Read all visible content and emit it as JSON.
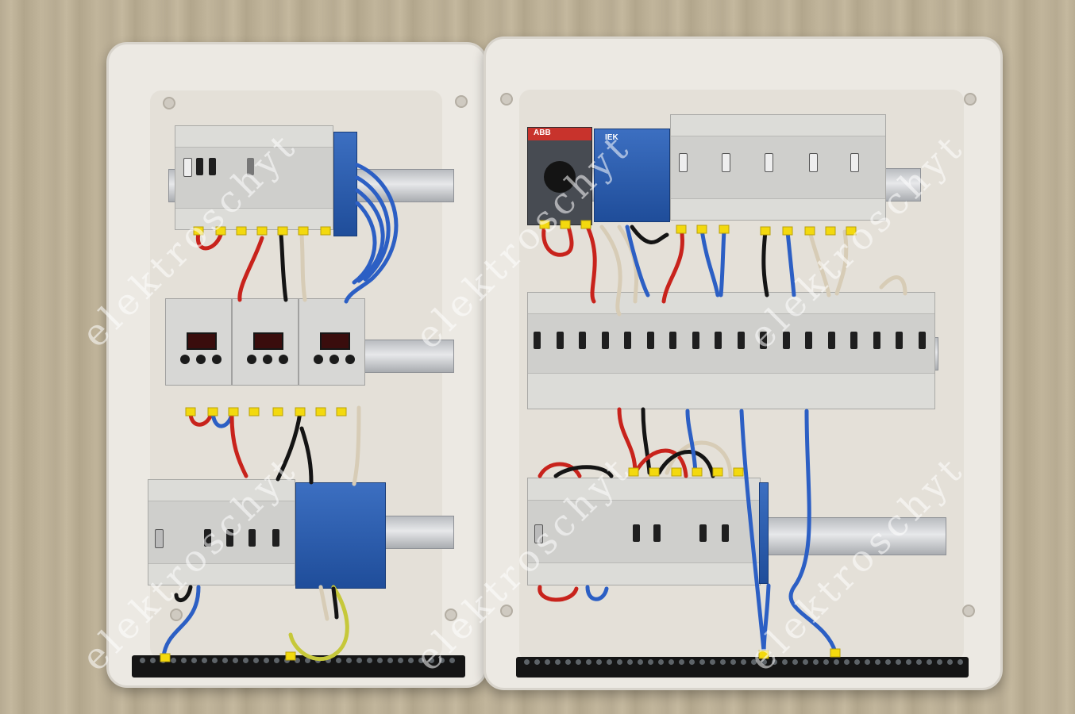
{
  "photo": {
    "subject": "",
    "colors": {
      "floor": "#bcb197",
      "enclosure": "#ece9e3",
      "wire_red": "#c8231c",
      "wire_blue": "#2c5fc4",
      "wire_black": "#141414",
      "wire_beige": "#d7ccb6",
      "wire_ground": "#c6c83a",
      "ferrule": "#f3d90e"
    }
  },
  "watermark": {
    "text": "elektroschyt"
  },
  "labels": {
    "abb_brand": "ABB",
    "iek_brand": "IEK"
  },
  "icons": {
    "wire": "wire-icon",
    "breaker": "breaker-icon",
    "relay": "relay-icon",
    "busbar": "busbar-icon"
  }
}
